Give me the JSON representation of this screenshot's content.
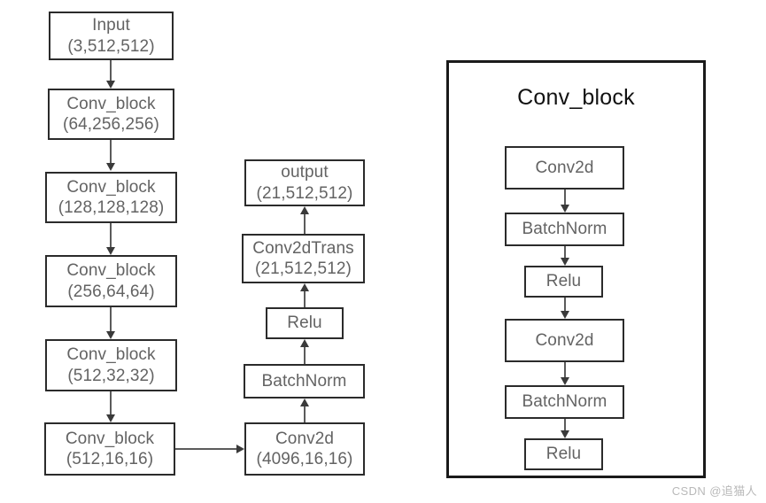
{
  "diagram": {
    "title": "Segmentation network architecture diagram",
    "colors": {
      "box_border": "#2b2b2b",
      "box_text": "#636363",
      "connector": "#5b5b5b",
      "panel_border": "#1a1a1a",
      "panel_title_text": "#121212",
      "watermark_text": "#b9b9b9",
      "background": "#ffffff"
    },
    "encoder_column": {
      "name": "encoder-chain",
      "nodes": [
        {
          "id": "input",
          "line1": "Input",
          "line2": "(3,512,512)"
        },
        {
          "id": "convblock1",
          "line1": "Conv_block",
          "line2": "(64,256,256)"
        },
        {
          "id": "convblock2",
          "line1": "Conv_block",
          "line2": "(128,128,128)"
        },
        {
          "id": "convblock3",
          "line1": "Conv_block",
          "line2": "(256,64,64)"
        },
        {
          "id": "convblock4",
          "line1": "Conv_block",
          "line2": "(512,32,32)"
        },
        {
          "id": "convblock5",
          "line1": "Conv_block",
          "line2": "(512,16,16)"
        }
      ]
    },
    "decoder_column": {
      "name": "decoder-chain",
      "nodes": [
        {
          "id": "output",
          "line1": "output",
          "line2": "(21,512,512)"
        },
        {
          "id": "conv2dtrans",
          "line1": "Conv2dTrans",
          "line2": "(21,512,512)"
        },
        {
          "id": "relu-dec",
          "line1": "Relu",
          "line2": ""
        },
        {
          "id": "batchnorm-dec",
          "line1": "BatchNorm",
          "line2": ""
        },
        {
          "id": "conv2d-dec",
          "line1": "Conv2d",
          "line2": "(4096,16,16)"
        }
      ]
    },
    "detail_panel": {
      "name": "conv-block-detail",
      "title": "Conv_block",
      "nodes": [
        {
          "id": "conv2d-a",
          "label": "Conv2d"
        },
        {
          "id": "batchnorm-a",
          "label": "BatchNorm"
        },
        {
          "id": "relu-a",
          "label": "Relu"
        },
        {
          "id": "conv2d-b",
          "label": "Conv2d"
        },
        {
          "id": "batchnorm-b",
          "label": "BatchNorm"
        },
        {
          "id": "relu-b",
          "label": "Relu"
        }
      ]
    },
    "watermark": "CSDN @追猫人"
  }
}
